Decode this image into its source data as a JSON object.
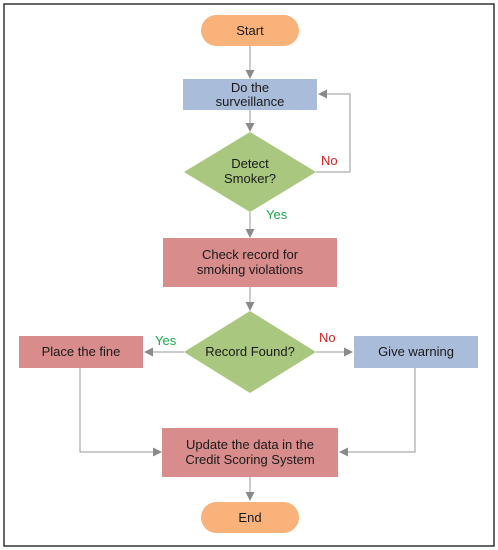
{
  "colors": {
    "terminal": "#f8b27a",
    "process_blue": "#a9bcd9",
    "process_red": "#d98c8c",
    "decision": "#a9c77f",
    "connector": "#9a9a9a",
    "yes_label": "#1ea84b",
    "no_label": "#d62020",
    "frame": "#333333"
  },
  "nodes": {
    "start": "Start",
    "surveillance": [
      "Do the",
      "surveillance"
    ],
    "detect_smoker": [
      "Detect",
      "Smoker?"
    ],
    "check_record": [
      "Check record for",
      "smoking violations"
    ],
    "record_found": "Record Found?",
    "place_fine": "Place the fine",
    "give_warning": "Give warning",
    "update_data": [
      "Update the data in the",
      "Credit Scoring System"
    ],
    "end": "End"
  },
  "edges": {
    "detect_no": "No",
    "detect_yes": "Yes",
    "found_yes": "Yes",
    "found_no": "No"
  }
}
